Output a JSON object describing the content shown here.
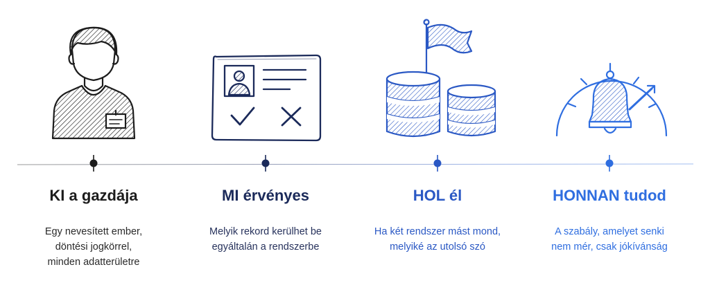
{
  "colors": {
    "col1": "#1c1c1c",
    "col2": "#1b2a5a",
    "col3": "#2a58c4",
    "col4": "#2f6ee0"
  },
  "icons": [
    "person-badge-icon",
    "id-card-icon",
    "database-flag-icon",
    "bell-gauge-icon"
  ],
  "columns": [
    {
      "title": "KI a gazdája",
      "desc": [
        "Egy nevesített ember,",
        "döntési jogkörrel,",
        "minden adatterületre"
      ]
    },
    {
      "title": "MI érvényes",
      "desc": [
        "Melyik rekord kerülhet be",
        "egyáltalán a rendszerbe"
      ]
    },
    {
      "title": "HOL él",
      "desc": [
        "Ha két rendszer mást mond,",
        "melyiké az utolsó szó"
      ]
    },
    {
      "title": "HONNAN tudod",
      "desc": [
        "A szabály, amelyet senki",
        "nem mér, csak jókívánság"
      ]
    }
  ]
}
